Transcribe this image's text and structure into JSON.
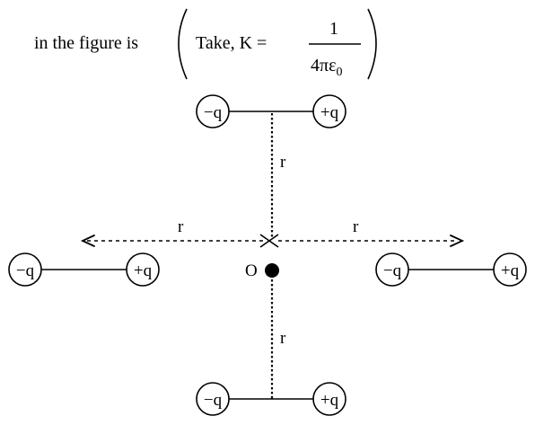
{
  "question": {
    "prefix": "in the figure is",
    "take_label": "Take, K =",
    "fraction_numerator": "1",
    "fraction_denominator": "4πε",
    "denominator_subscript": "0"
  },
  "figure": {
    "dipoles": [
      {
        "id": "top",
        "negative": "−q",
        "positive": "+q"
      },
      {
        "id": "left",
        "negative": "−q",
        "positive": "+q"
      },
      {
        "id": "right",
        "negative": "−q",
        "positive": "+q"
      },
      {
        "id": "bottom",
        "negative": "−q",
        "positive": "+q"
      }
    ],
    "distance_labels": {
      "top": "r",
      "left": "r",
      "right": "r",
      "bottom": "r"
    },
    "origin_label": "O"
  }
}
